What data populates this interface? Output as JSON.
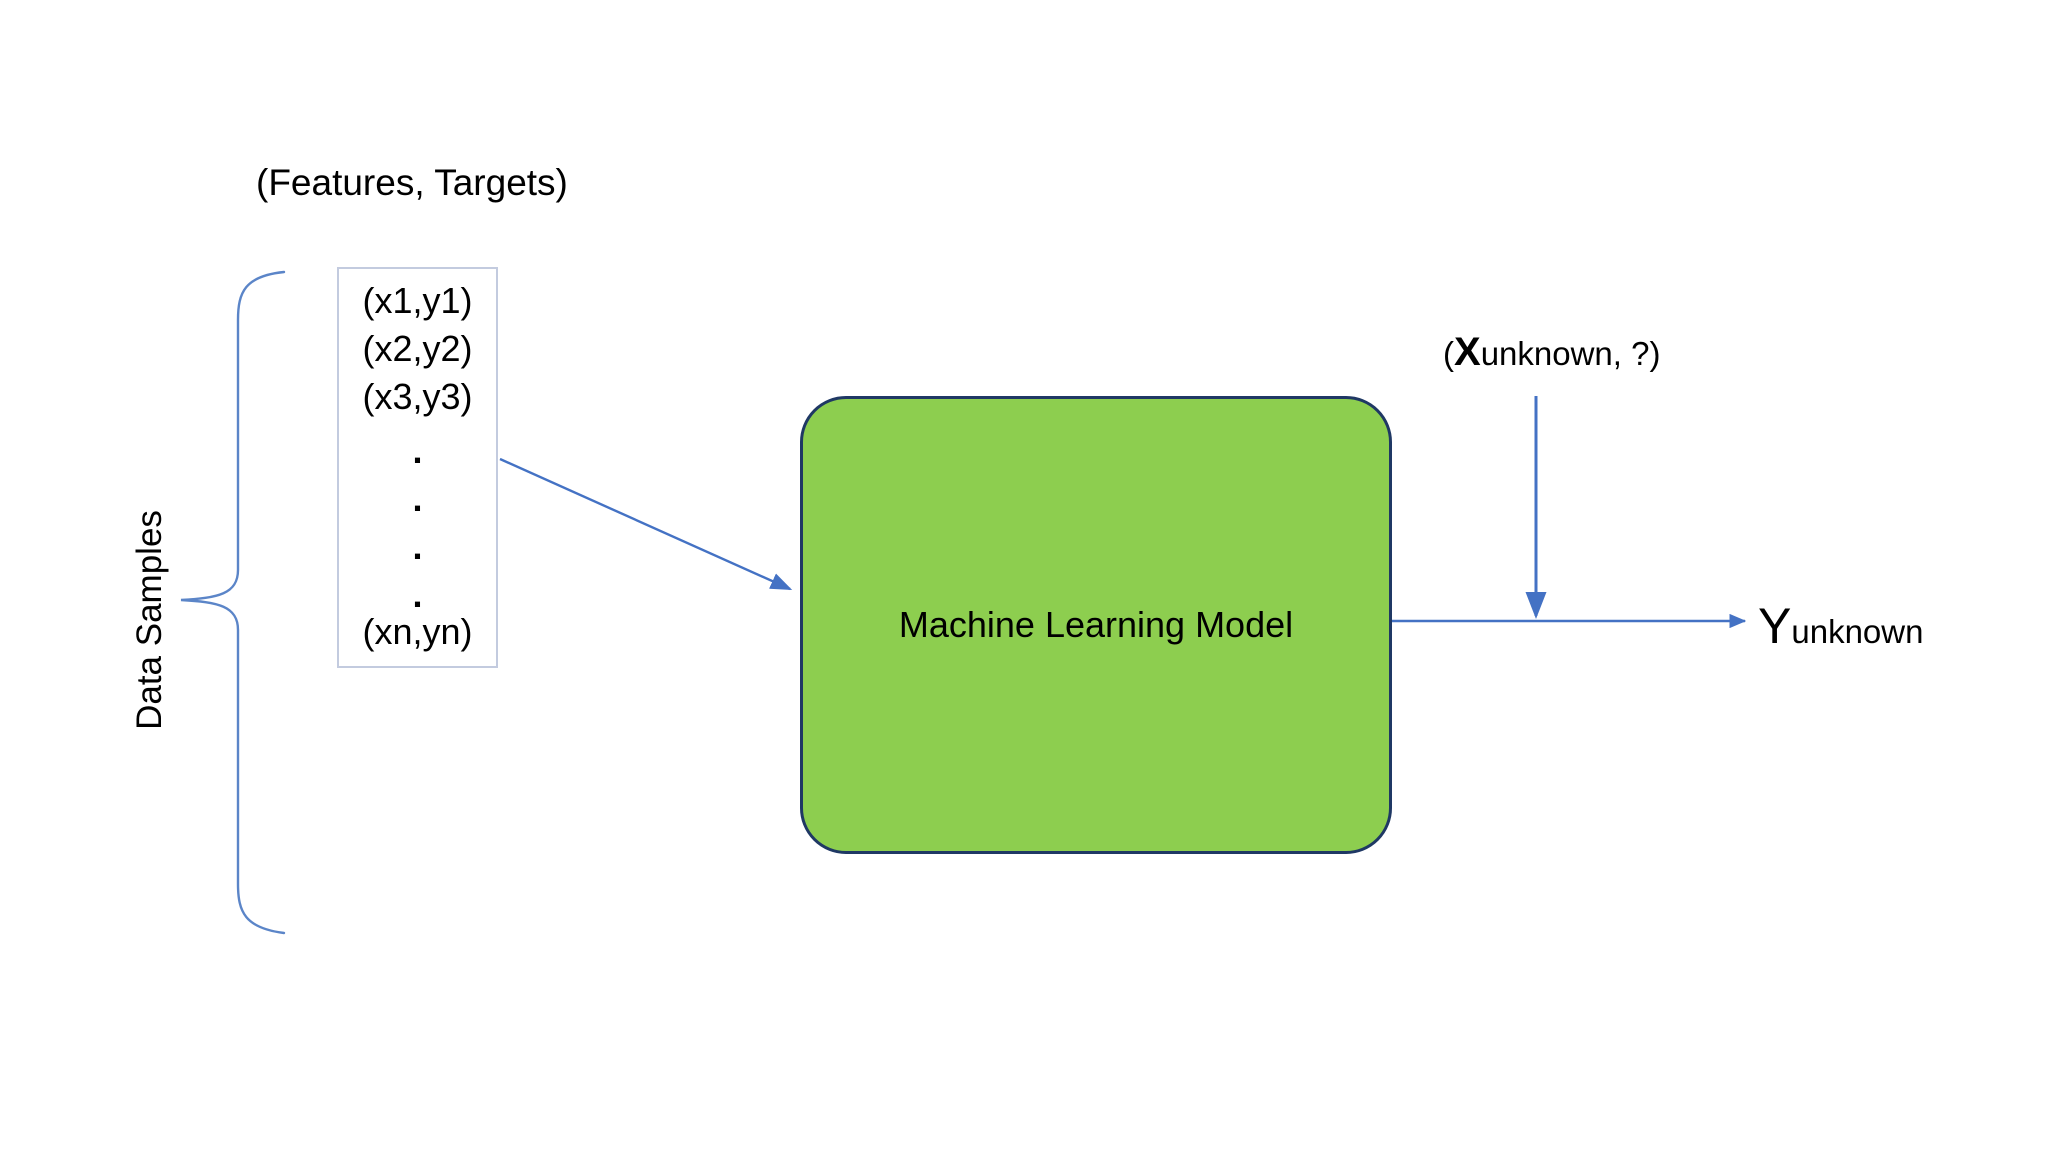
{
  "diagram": {
    "title": "Machine Learning Model flow diagram",
    "background_color": "#FFFFFF",
    "labels": {
      "features_targets": "(Features, Targets)",
      "data_samples": "Data Samples",
      "model_box": "Machine Learning Model",
      "x_unknown_prefix": "(",
      "x_unknown_big": "X",
      "x_unknown_rest": "unknown, ?)",
      "y_unknown_big": "Y",
      "y_unknown_rest": "unknown"
    },
    "sample_list": {
      "items": [
        "(x1,y1)",
        "(x2,y2)",
        "(x3,y3)",
        ".",
        ".",
        ".",
        ".",
        "(xn,yn)"
      ],
      "border_color": "#C3CBDF",
      "fill_color": "#FFFFFF"
    },
    "model_box_style": {
      "fill_color": "#8DCE4F",
      "border_color": "#1F3864",
      "corner_radius": 46
    },
    "connector_color": "#4472C4",
    "brace_color": "#5B85C8",
    "connectors": [
      {
        "name": "samples-to-model-arrow",
        "from": "sample list box right edge",
        "to": "machine learning model left edge"
      },
      {
        "name": "x-unknown-input-arrow",
        "from": "(Xunknown, ?) label",
        "to": "model output line"
      },
      {
        "name": "model-to-y-unknown-arrow",
        "from": "machine learning model right edge",
        "to": "Yunknown label"
      }
    ]
  }
}
